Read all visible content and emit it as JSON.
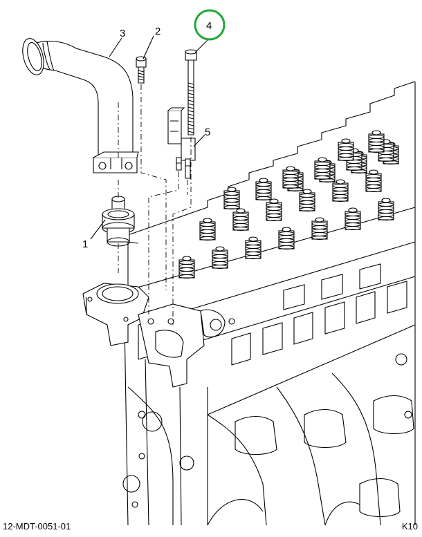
{
  "callouts": [
    {
      "id": "1",
      "label": "1"
    },
    {
      "id": "2",
      "label": "2"
    },
    {
      "id": "3",
      "label": "3"
    },
    {
      "id": "4",
      "label": "4",
      "highlighted": true
    },
    {
      "id": "5",
      "label": "5"
    }
  ],
  "footer": {
    "document_id": "12-MDT-0051-01",
    "sheet_code": "K10"
  },
  "colors": {
    "highlight_ring": "#22a83a",
    "line": "#000000",
    "background": "#ffffff"
  }
}
